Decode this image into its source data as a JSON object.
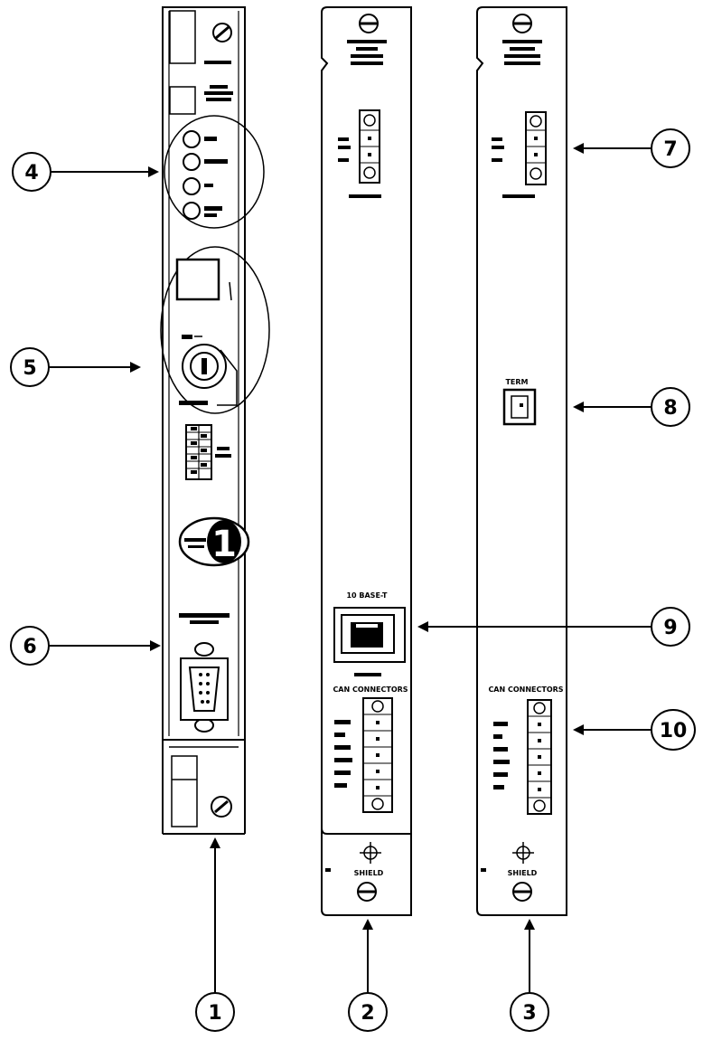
{
  "callouts": {
    "c1": "1",
    "c2": "2",
    "c3": "3",
    "c4": "4",
    "c5": "5",
    "c6": "6",
    "c7": "7",
    "c8": "8",
    "c9": "9",
    "c10": "10"
  },
  "panel2": {
    "rj45_label": "10 BASE-T",
    "conn_label": "CAN CONNECTORS",
    "shield_label": "SHIELD"
  },
  "panel3": {
    "conn_label": "CAN CONNECTORS",
    "shield_label": "SHIELD",
    "switch_label": "TERM"
  }
}
